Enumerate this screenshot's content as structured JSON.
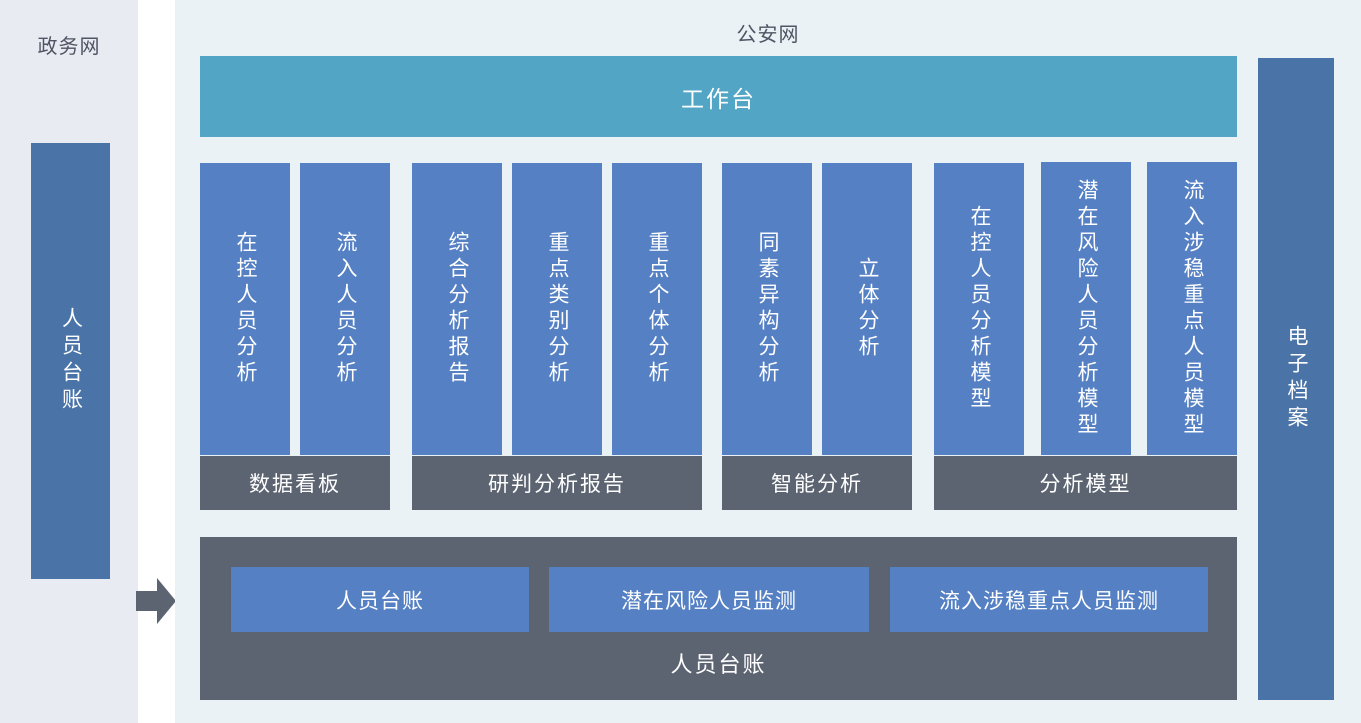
{
  "left_zone": {
    "title": "政务网",
    "bar_label": "人员台账",
    "bar_color": "#4a74a8",
    "background": "#e8ebf2"
  },
  "flow_arrow": {
    "icon": "arrow-right-icon",
    "color": "#5c6472",
    "direction": "right"
  },
  "main_zone": {
    "title": "公安网",
    "background": "#eaf2f5",
    "workbench": {
      "label": "工作台",
      "color": "#52a5c4"
    },
    "groups": [
      {
        "footer_label": "数据看板",
        "footer_color": "#5c6472",
        "cards": [
          {
            "label": "在控人员分析",
            "color": "#5580c4",
            "tall": false
          },
          {
            "label": "流入人员分析",
            "color": "#5580c4",
            "tall": false
          }
        ]
      },
      {
        "footer_label": "研判分析报告",
        "footer_color": "#5c6472",
        "cards": [
          {
            "label": "综合分析报告",
            "color": "#5580c4",
            "tall": false
          },
          {
            "label": "重点类别分析",
            "color": "#5580c4",
            "tall": false
          },
          {
            "label": "重点个体分析",
            "color": "#5580c4",
            "tall": false
          }
        ]
      },
      {
        "footer_label": "智能分析",
        "footer_color": "#5c6472",
        "cards": [
          {
            "label": "同素异构分析",
            "color": "#5580c4",
            "tall": false
          },
          {
            "label": "立体分析",
            "color": "#5580c4",
            "tall": false
          }
        ]
      },
      {
        "footer_label": "分析模型",
        "footer_color": "#5c6472",
        "cards": [
          {
            "label": "在控人员分析模型",
            "color": "#5580c4",
            "tall": false
          },
          {
            "label": "潜在风险人员分析模型",
            "color": "#5580c4",
            "tall": true
          },
          {
            "label": "流入涉稳重点人员模型",
            "color": "#5580c4",
            "tall": true
          }
        ]
      }
    ],
    "bottom_panel": {
      "caption": "人员台账",
      "panel_color": "#5c6472",
      "boxes": [
        {
          "label": "人员台账",
          "color": "#5580c4"
        },
        {
          "label": "潜在风险人员监测",
          "color": "#5580c4"
        },
        {
          "label": "流入涉稳重点人员监测",
          "color": "#5580c4"
        }
      ]
    }
  },
  "right_zone": {
    "bar_label": "电子档案",
    "bar_color": "#4a74a8"
  }
}
